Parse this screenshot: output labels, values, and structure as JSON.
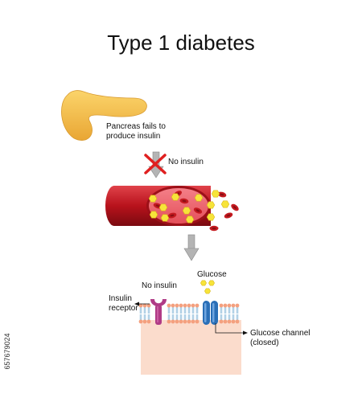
{
  "title": "Type 1 diabetes",
  "labels": {
    "pancreas": "Pancreas fails to produce insulin",
    "no_insulin_top": "No insulin",
    "no_insulin_membrane": "No insulin",
    "glucose": "Glucose",
    "insulin_receptor": "Insulin receptor",
    "glucose_channel": "Glucose channel (closed)"
  },
  "stock_id": "657679024",
  "colors": {
    "pancreas": "#f4c04a",
    "vessel": "#c8202a",
    "blood_cell": "#c41a20",
    "glucose": "#f7e43a",
    "receptor": "#b03b86",
    "channel": "#2a6fb7",
    "membrane_head": "#f4a07e",
    "membrane_tail": "#7fb2d6",
    "tissue": "#fbdccc",
    "arrow": "#aaaaaa",
    "cross": "#e02020"
  }
}
